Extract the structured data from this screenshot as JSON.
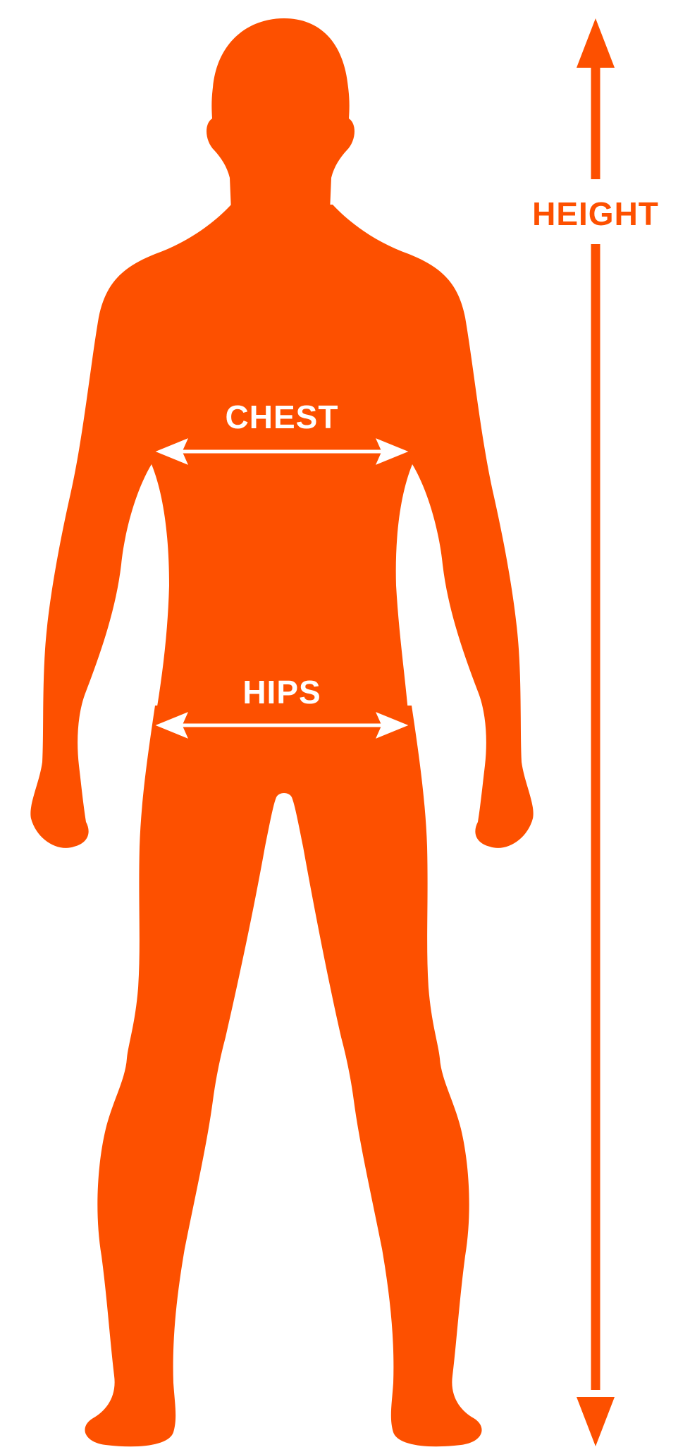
{
  "diagram": {
    "labels": {
      "height": "HEIGHT",
      "chest": "CHEST",
      "hips": "HIPS"
    },
    "colors": {
      "silhouette": "#fd5000",
      "measure_arrow_on_body": "#ffffff",
      "height_arrow": "#fd5000",
      "background": "#ffffff"
    }
  }
}
